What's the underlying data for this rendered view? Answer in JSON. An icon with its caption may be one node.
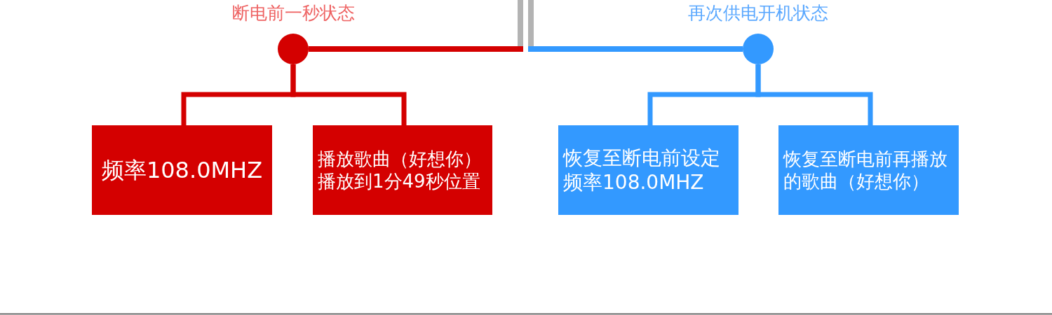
{
  "diagram": {
    "nodes": [
      {
        "text": [],
        "shape": "circle",
        "beside": [
          "断电前一秒状态"
        ]
      },
      {
        "text": [],
        "shape": "bar"
      },
      {
        "text": [],
        "shape": "bar"
      },
      {
        "text": [],
        "shape": "circle",
        "beside": [
          "再次供电开机状态"
        ]
      },
      {
        "text": [
          "频率108.0MHZ"
        ]
      },
      {
        "text": [
          "播放歌曲（好想你）播放到1分49秒位置"
        ]
      },
      {
        "text": [
          "恢复至断电前设定频率108.0MHZ"
        ]
      },
      {
        "text": [
          "恢复至断电前再播放的歌曲（好想你）"
        ]
      }
    ],
    "edges": [
      {
        "from": 1,
        "to": 0,
        "arrow": "none",
        "color": "#d40000"
      },
      {
        "from": 2,
        "to": 3,
        "arrow": "none",
        "color": "#3399ff"
      },
      {
        "from": 0,
        "to": 4,
        "arrow": "none",
        "color": "#d40000"
      },
      {
        "from": 0,
        "to": 5,
        "arrow": "none",
        "color": "#d40000"
      },
      {
        "from": 3,
        "to": 6,
        "arrow": "none",
        "color": "#3399ff"
      },
      {
        "from": 3,
        "to": 7,
        "arrow": "none",
        "color": "#3399ff"
      }
    ]
  }
}
